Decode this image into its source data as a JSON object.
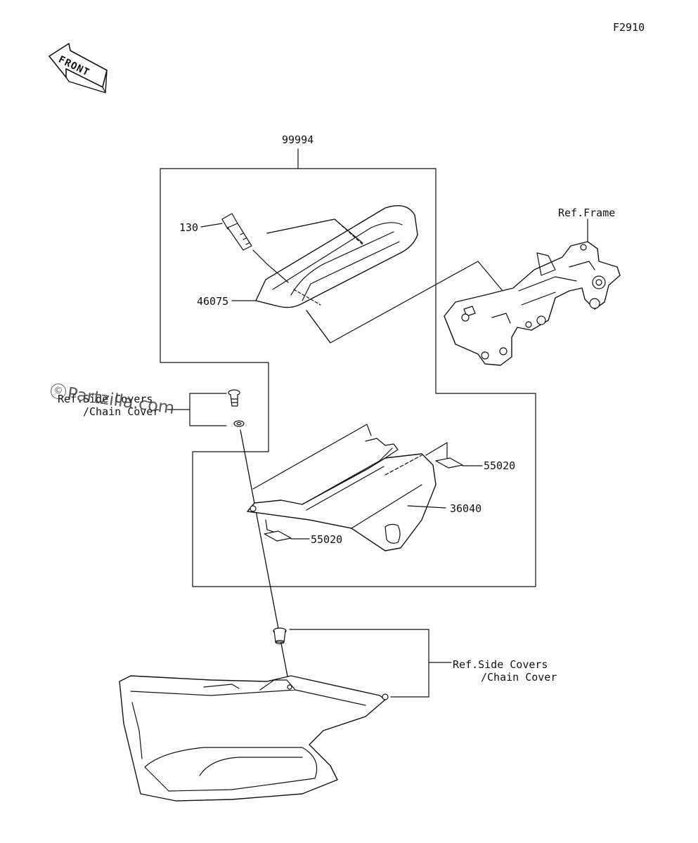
{
  "figure_code": "F2910",
  "front_arrow_label": "FRONT",
  "callouts": {
    "assembly": "99994",
    "bolt": "130",
    "grab_bar": "46075",
    "frame_ref": "Ref.Frame",
    "cover": "36040",
    "pad_upper": "55020",
    "pad_lower": "55020",
    "side_cover_ref_upper_1": "Ref.Side Covers",
    "side_cover_ref_upper_2": "/Chain Cover",
    "side_cover_ref_lower_1": "Ref.Side Covers",
    "side_cover_ref_lower_2": "/Chain Cover"
  },
  "watermark": {
    "icon": "copyright-icon",
    "text": "Partzilla.com"
  },
  "colors": {
    "line": "#111111",
    "background": "#ffffff"
  }
}
